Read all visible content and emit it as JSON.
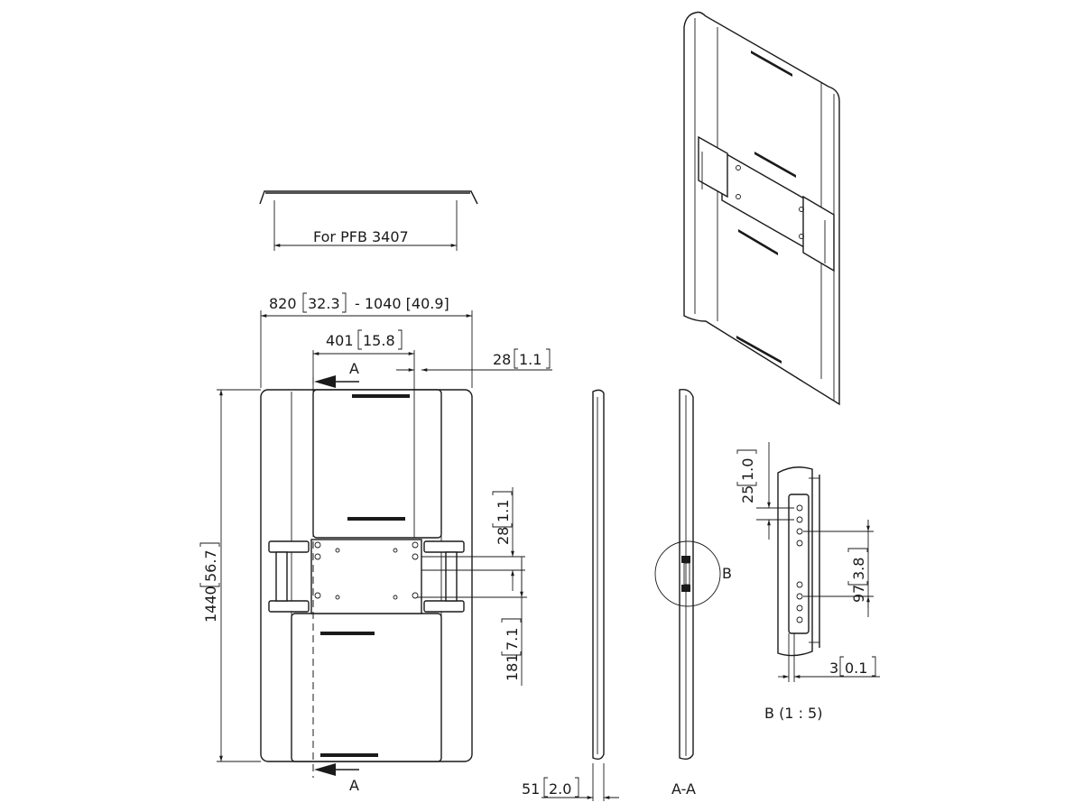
{
  "top_view": {
    "label": "For PFB 3407"
  },
  "front_view": {
    "width_dim": "820",
    "width_dim_in": "32.3",
    "width_dim_sep": "- 1040 [40.9]",
    "inner_width_dim": "401",
    "inner_width_dim_in": "15.8",
    "offset_dim": "28",
    "offset_dim_in": "1.1",
    "height_dim": "1440",
    "height_dim_in": "56.7",
    "bracket_gap_dim": "28",
    "bracket_gap_dim_in": "1.1",
    "lower_dim": "181",
    "lower_dim_in": "7.1",
    "section_top": "A",
    "section_bottom": "A"
  },
  "side_view": {
    "depth_dim": "51",
    "depth_dim_in": "2.0"
  },
  "section_view": {
    "label": "A-A",
    "detail_marker": "B"
  },
  "detail_view": {
    "label": "B (1 : 5)",
    "top_dim": "25",
    "top_dim_in": "1.0",
    "pitch_dim": "97",
    "pitch_dim_in": "3.8",
    "gap_dim": "3",
    "gap_dim_in": "0.1"
  }
}
